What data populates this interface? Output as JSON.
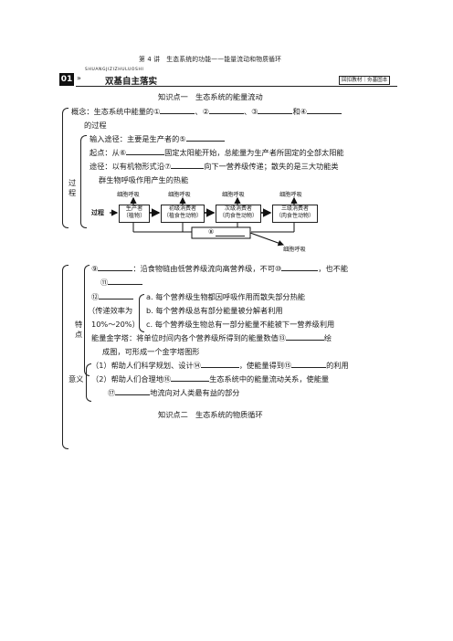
{
  "header": {
    "running_title": "第 4 讲　生态系统的功能——能量流动和物质循环",
    "pinyin": "SHUANGJIZIZHULUOSHI",
    "section_num": "01",
    "section_title": "双基自主落实",
    "right_tag": "回扣教材｜夯基固本"
  },
  "kp1": {
    "title": "知识点一　生态系统的能量流动",
    "concept_label": "概念：",
    "concept_text": "生态系统中能量的①",
    "concept_2": "、②",
    "concept_3": "、③",
    "concept_and": "和④",
    "concept_end": "的过程",
    "process_label": "过程",
    "input_line": "输入途径：主要是生产者的⑤",
    "start_line_a": "起点：从⑥",
    "start_line_b": "固定太阳能开始，总能量为生产者所固定的全部太阳能",
    "path_line_a": "途径：以有机物形式沿⑦",
    "path_line_b": "向下一营养级传递；散失的是三大功能类",
    "path_line_c": "群生物呼吸作用产生的热能",
    "diagram": {
      "flow_label": "过程",
      "producer": "生产者",
      "producer_sub": "（植物）",
      "primary": "初级消费者",
      "primary_sub": "（植食性动物）",
      "secondary": "次级消费者",
      "secondary_sub": "（肉食性动物）",
      "tertiary": "三级消费者",
      "tertiary_sub": "（肉食性动物）",
      "resp": "细胞呼吸",
      "decomposer_num": "⑧",
      "decomposer_resp": "细胞呼吸"
    },
    "features_label": "特点",
    "f9_a": "⑨",
    "f9_b": "：沿食物链由低营养级流向高营养级，不可⑩",
    "f9_c": "，也不能",
    "f11": "⑪",
    "f12": "⑫",
    "f12_note_1": "（传递效率为",
    "f12_note_2": "10%～20%）",
    "fa": "a. 每个营养级生物都因呼吸作用而散失部分热能",
    "fb": "b. 每个营养级总有部分能量被分解者利用",
    "fc": "c. 每个营养级生物总有一部分能量不能被下一营养级利用",
    "pyramid_a": "能量金字塔：将单位时间内各个营养级所得到的能量数值⑬",
    "pyramid_b": "绘",
    "pyramid_c": "成图，可形成一个金字塔图形",
    "meaning_label": "意义",
    "m1_a": "（1）帮助人们科学规划、设计⑭",
    "m1_b": "，使能量得到⑮",
    "m1_c": "的利用",
    "m2_a": "（2）帮助人们合理地⑯",
    "m2_b": "生态系统中的能量流动关系，使能量",
    "m2_c": "⑰",
    "m2_d": "地流向对人类最有益的部分"
  },
  "kp2": {
    "title": "知识点二　生态系统的物质循环"
  }
}
